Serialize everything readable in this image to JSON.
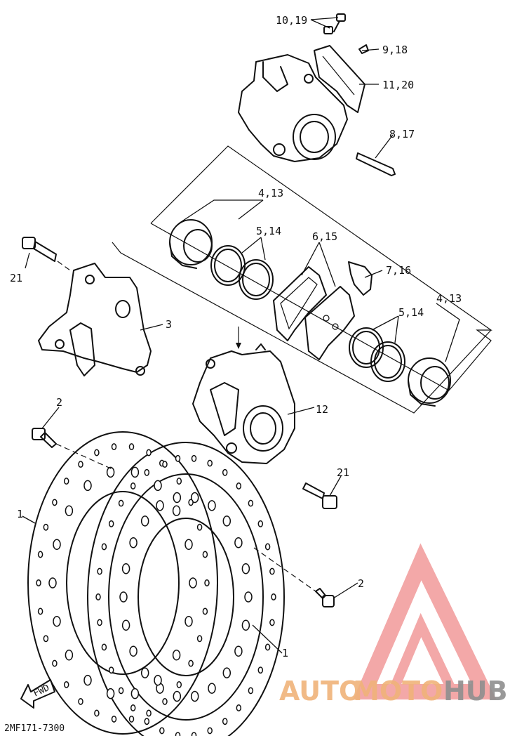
{
  "labels": {
    "l10_19": "10,19",
    "l9_18": "9,18",
    "l11_20": "11,20",
    "l8_17": "8,17",
    "l4_13_top": "4,13",
    "l5_14_top": "5,14",
    "l6_15": "6,15",
    "l7_16": "7,16",
    "l5_14_right": "5,14",
    "l4_13_right": "4,13",
    "l21_left": "21",
    "l3": "3",
    "l12": "12",
    "l2_left": "2",
    "l21_right": "21",
    "l1_left": "1",
    "l2_right": "2",
    "l1_right": "1"
  },
  "fwd_label": "FWD",
  "diagram_code": "2MF171-7300",
  "watermark": {
    "part1": "AUTO",
    "part2": "MOTO",
    "part3": "HUB",
    "color_primary": "#f0b37a",
    "color_secondary": "#8f8f8f",
    "logo_color": "#f08c8c"
  }
}
